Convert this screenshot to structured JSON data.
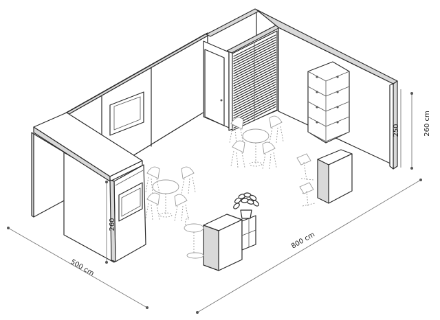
{
  "dimensions": {
    "depth": "500 cm",
    "length": "800 cm",
    "total_height": "260 cm",
    "wall_height": "250",
    "counter_height": "260"
  }
}
